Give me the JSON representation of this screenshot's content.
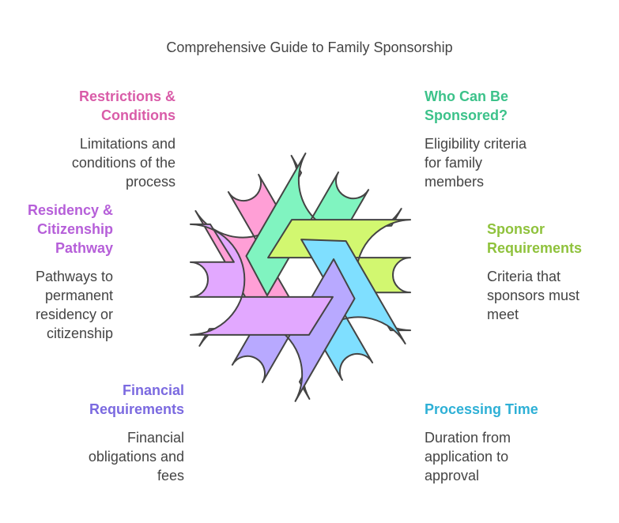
{
  "title": "Comprehensive Guide to Family Sponsorship",
  "items": [
    {
      "id": "restrictions",
      "heading": "Restrictions & Conditions",
      "heading_lines": [
        "Restrictions &",
        "Conditions"
      ],
      "description_lines": [
        "Limitations and",
        "conditions of the",
        "process"
      ],
      "text_color": "#d95ca8",
      "fill_color": "#ff9fd6",
      "side": "left"
    },
    {
      "id": "who-can-be-sponsored",
      "heading": "Who Can Be Sponsored?",
      "heading_lines": [
        "Who Can Be",
        "Sponsored?"
      ],
      "description_lines": [
        "Eligibility criteria",
        "for family",
        "members"
      ],
      "text_color": "#3cc28a",
      "fill_color": "#80f4c0",
      "side": "right"
    },
    {
      "id": "sponsor-requirements",
      "heading": "Sponsor Requirements",
      "heading_lines": [
        "Sponsor",
        "Requirements"
      ],
      "description_lines": [
        "Criteria that",
        "sponsors must",
        "meet"
      ],
      "text_color": "#8fc23c",
      "fill_color": "#d2f770",
      "side": "right"
    },
    {
      "id": "processing-time",
      "heading": "Processing Time",
      "heading_lines": [
        "Processing Time"
      ],
      "description_lines": [
        "Duration from",
        "application to",
        "approval"
      ],
      "text_color": "#2eb0d6",
      "fill_color": "#7fdfff",
      "side": "right"
    },
    {
      "id": "financial-requirements",
      "heading": "Financial Requirements",
      "heading_lines": [
        "Financial",
        "Requirements"
      ],
      "description_lines": [
        "Financial",
        "obligations and",
        "fees"
      ],
      "text_color": "#7b6ae0",
      "fill_color": "#b8a9ff",
      "side": "left"
    },
    {
      "id": "residency-citizenship",
      "heading": "Residency & Citizenship Pathway",
      "heading_lines": [
        "Residency &",
        "Citizenship",
        "Pathway"
      ],
      "description_lines": [
        "Pathways to",
        "permanent",
        "residency or",
        "citizenship"
      ],
      "text_color": "#b65fd9",
      "fill_color": "#e2a8ff",
      "side": "left"
    }
  ]
}
